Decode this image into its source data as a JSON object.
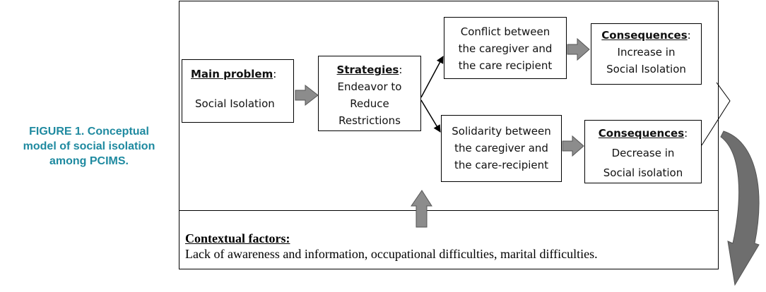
{
  "caption": {
    "line1": "FIGURE 1. Conceptual",
    "line2": "model of social isolation",
    "line3": "among PCIMS."
  },
  "main_problem": {
    "title": "Main problem",
    "colon": ":",
    "text": "Social Isolation"
  },
  "strategies": {
    "title": "Strategies",
    "colon": ":",
    "line1": "Endeavor to",
    "line2": "Reduce",
    "line3": "Restrictions"
  },
  "conflict": {
    "line1": "Conflict between",
    "line2": "the caregiver and",
    "line3": "the care recipient"
  },
  "solidarity": {
    "line1": "Solidarity between",
    "line2": "the caregiver and",
    "line3": "the care-recipient"
  },
  "consequence_increase": {
    "title": "Consequences",
    "colon": ":",
    "line1": "Increase in",
    "line2": "Social Isolation"
  },
  "consequence_decrease": {
    "title": "Consequences",
    "colon": ":",
    "line1": "Decrease in",
    "line2": "Social isolation"
  },
  "contextual": {
    "title": "Contextual factors:",
    "text": "Lack of awareness and information, occupational difficulties, marital difficulties."
  },
  "colors": {
    "caption": "#1f8aa0",
    "arrow_fill": "#8c8c8c",
    "arrow_stroke": "#555555",
    "line": "#000000"
  }
}
